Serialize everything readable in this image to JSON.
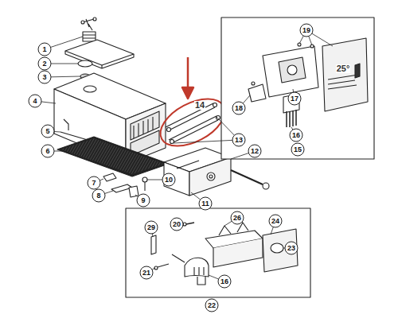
{
  "diagram": {
    "labels": [
      "1",
      "2",
      "3",
      "4",
      "5",
      "6",
      "7",
      "8",
      "9",
      "10",
      "11",
      "12",
      "13",
      "14",
      "19",
      "18",
      "17",
      "16",
      "15",
      "25°",
      "20",
      "26",
      "24",
      "29",
      "23",
      "21",
      "16",
      "22"
    ]
  }
}
